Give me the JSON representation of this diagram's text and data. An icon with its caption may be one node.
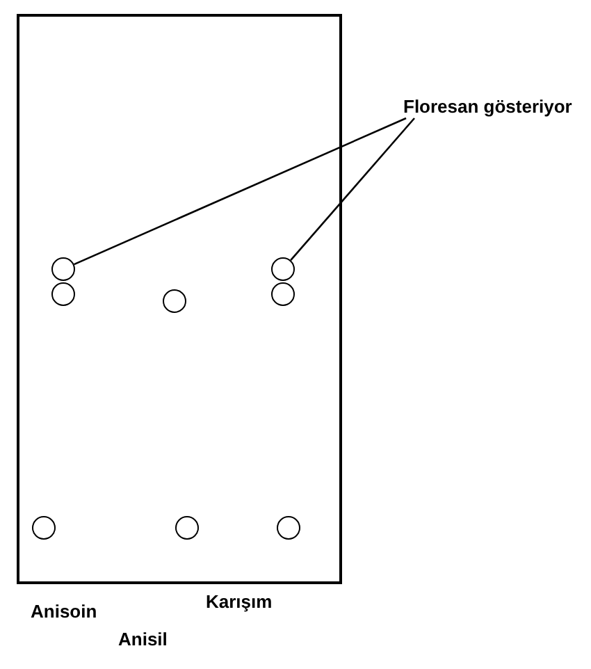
{
  "diagram": {
    "nodes": [
      {
        "text": [],
        "shape": "box"
      },
      {
        "text": [
          "Floresan gösteriyor"
        ]
      },
      {
        "text": [],
        "shape": "circle",
        "in": 0
      },
      {
        "text": [],
        "shape": "circle",
        "in": 0
      },
      {
        "text": [],
        "shape": "circle",
        "in": 0
      },
      {
        "text": [],
        "shape": "circle",
        "in": 0
      },
      {
        "text": [],
        "shape": "circle",
        "in": 0
      },
      {
        "text": [],
        "shape": "circle",
        "in": 0
      },
      {
        "text": [],
        "shape": "circle",
        "in": 0
      },
      {
        "text": [],
        "shape": "circle",
        "in": 0
      }
    ],
    "edges": [
      {
        "from": 1,
        "to": 2,
        "arrow": "none"
      },
      {
        "from": 1,
        "to": 3,
        "arrow": "none"
      }
    ],
    "labels": [
      "Karışım",
      "Anisoin",
      "Anisil"
    ]
  }
}
